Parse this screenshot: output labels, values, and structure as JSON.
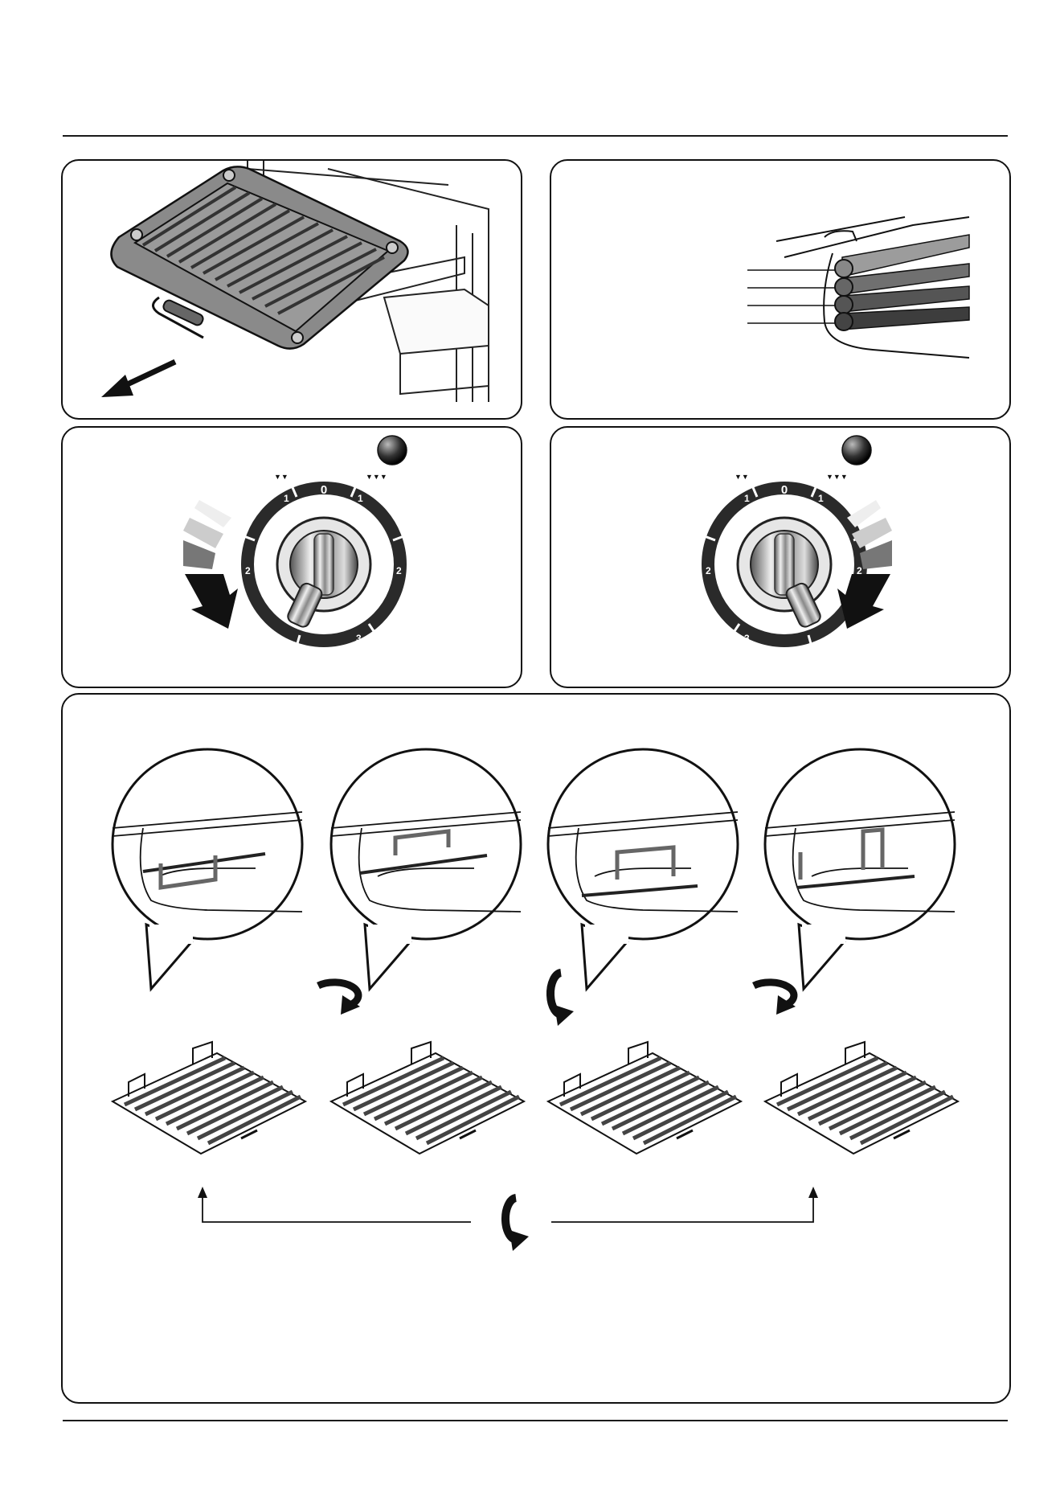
{
  "panel_a": {
    "icons": [
      "grill-pan-icon",
      "pull-out-arrow-icon"
    ]
  },
  "panel_b": {
    "icons": [
      "grill-pan-handle-positions-icon"
    ],
    "positions": 4
  },
  "panel_c": {
    "dial": {
      "zero": "0",
      "left_1": "1",
      "left_2": "2",
      "right_1": "1",
      "right_2": "2",
      "bottom_3": "3",
      "small_flame_marker": "▼▼",
      "large_flame_marker": "▼▼▼"
    },
    "icons": [
      "indicator-lamp-icon",
      "control-knob-icon",
      "turn-arrow-icon",
      "heat-scale-icon"
    ]
  },
  "panel_d": {
    "dial": {
      "zero": "0",
      "left_1": "1",
      "left_2": "2",
      "right_1": "1",
      "right_2": "2",
      "bottom_3": "3",
      "small_flame_marker": "▼▼",
      "large_flame_marker": "▼▼▼"
    },
    "icons": [
      "indicator-lamp-icon",
      "control-knob-icon",
      "turn-arrow-icon",
      "heat-scale-icon"
    ]
  },
  "panel_e": {
    "steps": 4,
    "icons": [
      "rack-position-callout-icon",
      "grill-rack-icon",
      "rotate-rack-icon",
      "flip-rack-icon"
    ]
  },
  "colors": {
    "line": "#111111",
    "dial_ring": "#2a2a2a",
    "grey_dark": "#777777",
    "grey_mid": "#aaaaaa",
    "grey_light": "#d8d8d8"
  }
}
